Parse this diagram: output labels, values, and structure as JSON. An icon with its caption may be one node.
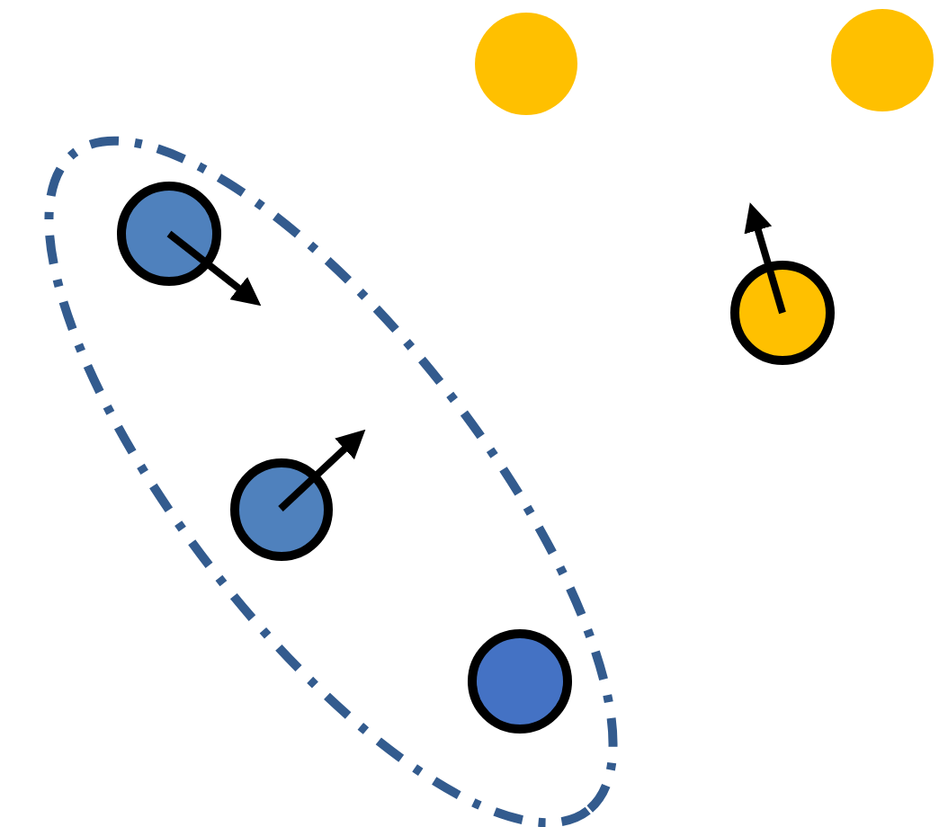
{
  "diagram": {
    "nodes": [
      {
        "text": [],
        "shape": "ellipse"
      },
      {
        "text": [],
        "shape": "circle",
        "in": 0
      },
      {
        "text": [],
        "shape": "circle",
        "in": 0
      },
      {
        "text": [],
        "shape": "circle",
        "in": 0
      },
      {
        "text": [],
        "shape": "circle"
      },
      {
        "text": [],
        "shape": "circle"
      },
      {
        "text": [],
        "shape": "circle"
      }
    ]
  }
}
